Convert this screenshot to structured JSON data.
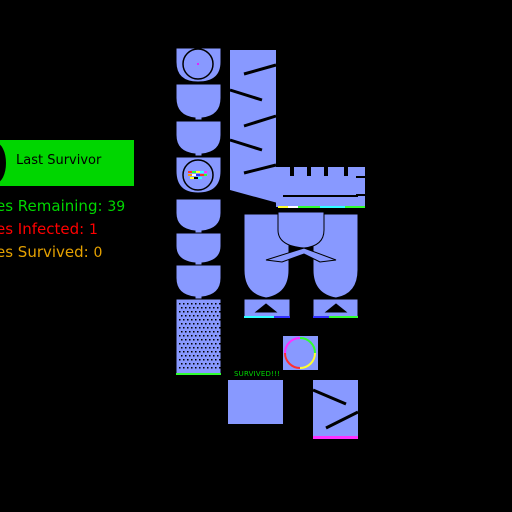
{
  "game": {
    "title": "Last Survivor",
    "stats": {
      "remaining_label": "es Remaining:",
      "remaining_value": "39",
      "infected_label": "es Infected:",
      "infected_value": "1",
      "survived_label": "es Survived:",
      "survived_value": "0"
    },
    "finish_label": "SURVIVED!!!"
  },
  "colors": {
    "background": "#000000",
    "track": "#8899ff",
    "accent_green": "#00d600",
    "infected_red": "#ff0000",
    "survived_orange": "#e5a100"
  }
}
